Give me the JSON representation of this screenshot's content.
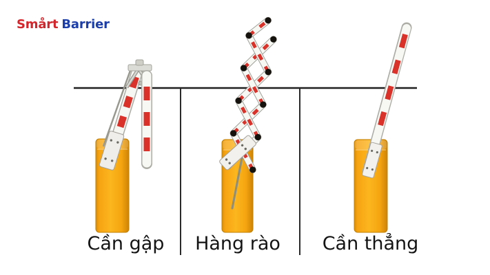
{
  "logo": {
    "brand_part1": "Smårt",
    "brand_part2": "Barrier",
    "part1_color": "#d2262c",
    "part2_color": "#1c3ea8"
  },
  "figures": [
    {
      "id": "folding-arm-barrier",
      "label": "Cần gập"
    },
    {
      "id": "fence-barrier",
      "label": "Hàng rào"
    },
    {
      "id": "straight-arm-barrier",
      "label": "Cần thẳng"
    }
  ],
  "colors": {
    "post_orange": "#FCB61E",
    "post_orange_dark": "#D88C06",
    "stripe_red": "#D8322A",
    "arm_white": "#F7F7F4",
    "arm_outline": "#ADADA6",
    "cap_black": "#15120D",
    "line_black": "#1F1F1F"
  }
}
